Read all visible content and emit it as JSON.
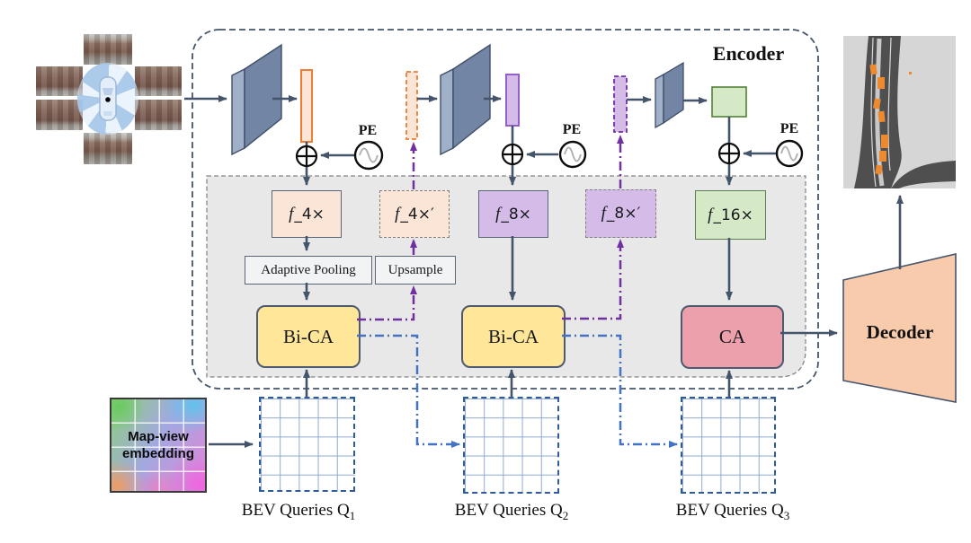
{
  "figure": {
    "encoder_label": "Encoder",
    "decoder_label": "Decoder",
    "pe_label": "PE"
  },
  "feature_blocks": {
    "f4": {
      "prefix": "f",
      "suffix": "_4×"
    },
    "f4p": {
      "prefix": "f",
      "suffix": "_4×′"
    },
    "f8": {
      "prefix": "f",
      "suffix": "_8×"
    },
    "f8p": {
      "prefix": "f",
      "suffix": "_8×′"
    },
    "f16": {
      "prefix": "f",
      "suffix": "_16×"
    }
  },
  "operations": {
    "adaptive_pooling": "Adaptive Pooling",
    "upsample": "Upsample",
    "bi_ca_1": "Bi-CA",
    "bi_ca_2": "Bi-CA",
    "ca": "CA"
  },
  "map_view_embedding": {
    "line1": "Map-view",
    "line2": "embedding"
  },
  "bev_queries": [
    {
      "label": "BEV Queries Q",
      "sub": "1"
    },
    {
      "label": "BEV Queries Q",
      "sub": "2"
    },
    {
      "label": "BEV Queries Q",
      "sub": "3"
    }
  ],
  "colors": {
    "arrow": "#44546A",
    "purple_path": "#7030A0",
    "blue_path": "#4472C4",
    "stage1_fill": "#FBE5D6",
    "stage1_border": "#ED7D31",
    "stage2_fill": "#D4BBE8",
    "stage2_border": "#7030A0",
    "stage3_fill": "#D6E9C6",
    "stage3_border": "#538135",
    "bi_ca_fill": "#FFE699",
    "ca_fill": "#ECA0AB",
    "decoder_fill": "#F8CBAD",
    "panel_fill": "#E8E8E8"
  }
}
